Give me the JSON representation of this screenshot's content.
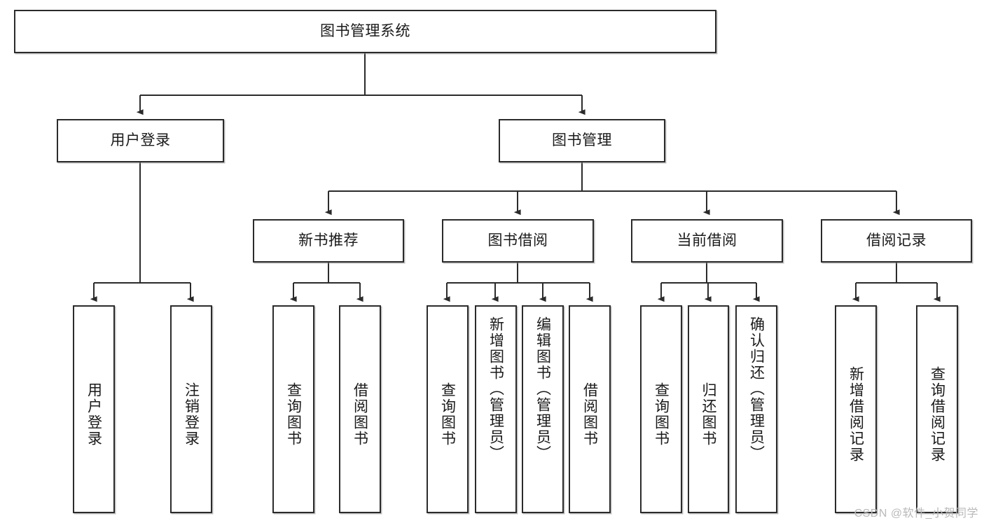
{
  "diagram": {
    "type": "tree",
    "title": "图书管理系统",
    "orientation": "top-down",
    "colors": {
      "box_stroke": "#2b2b2b",
      "box_fill": "#ffffff",
      "edge": "#2b2b2b",
      "text": "#1a1a1a",
      "watermark": "#b9b9b9"
    },
    "root": {
      "label": "图书管理系统"
    },
    "level2": [
      {
        "label": "用户登录"
      },
      {
        "label": "图书管理"
      }
    ],
    "level3": [
      {
        "label": "新书推荐"
      },
      {
        "label": "图书借阅"
      },
      {
        "label": "当前借阅"
      },
      {
        "label": "借阅记录"
      }
    ],
    "leaves": {
      "user_login": [
        {
          "label": "用户登录"
        },
        {
          "label": "注销登录"
        }
      ],
      "new_book_recommend": [
        {
          "label": "查询图书"
        },
        {
          "label": "借阅图书"
        }
      ],
      "book_borrow": [
        {
          "label": "查询图书"
        },
        {
          "label": "新增图书（管理员）"
        },
        {
          "label": "编辑图书（管理员）"
        },
        {
          "label": "借阅图书"
        }
      ],
      "current_borrow": [
        {
          "label": "查询图书"
        },
        {
          "label": "归还图书"
        },
        {
          "label": "确认归还（管理员）"
        }
      ],
      "borrow_record": [
        {
          "label": "新增借阅记录"
        },
        {
          "label": "查询借阅记录"
        }
      ]
    }
  },
  "watermark": {
    "text": "CSDN @软件_小贺同学"
  }
}
